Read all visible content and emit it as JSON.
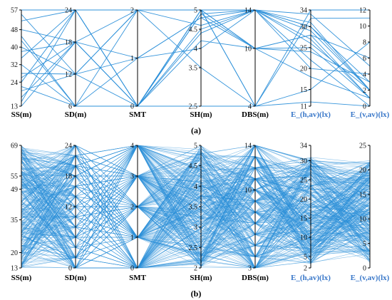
{
  "colors": {
    "line": "#2b8fd9",
    "axis_title_default": "#000000",
    "axis_title_highlight": "#3a78c9"
  },
  "chart_data": [
    {
      "type": "parallel_coordinates",
      "panel_label": "(a)",
      "axes": [
        {
          "name": "SS(m)",
          "range": [
            13,
            57
          ],
          "ticks": [
            13,
            24,
            32,
            40,
            48,
            57
          ],
          "highlight": false
        },
        {
          "name": "SD(m)",
          "range": [
            6,
            24
          ],
          "ticks": [
            6,
            12,
            18,
            24
          ],
          "highlight": false
        },
        {
          "name": "SMT",
          "range": [
            0,
            2
          ],
          "ticks": [
            0,
            1,
            2
          ],
          "highlight": false
        },
        {
          "name": "SH(m)",
          "range": [
            2.5,
            5.0
          ],
          "ticks": [
            2.5,
            3.5,
            4.0,
            4.5,
            5.0
          ],
          "highlight": false
        },
        {
          "name": "DBS(m)",
          "range": [
            4,
            14
          ],
          "ticks": [
            4,
            10,
            14
          ],
          "highlight": false
        },
        {
          "name": "E_(h,av)(lx)",
          "range": [
            11,
            34
          ],
          "ticks": [
            11,
            15,
            20,
            25,
            30,
            34
          ],
          "highlight": true
        },
        {
          "name": "E_(v,av)(lx)",
          "range": [
            0,
            12
          ],
          "ticks": [
            0,
            2,
            4,
            6,
            8,
            10,
            12
          ],
          "highlight": true
        }
      ],
      "lines": [
        [
          57,
          24,
          0,
          5.0,
          14,
          30,
          2
        ],
        [
          48,
          18,
          0,
          4.9,
          10,
          28,
          1
        ],
        [
          40,
          12,
          1,
          4.8,
          14,
          26,
          2
        ],
        [
          32,
          6,
          0,
          5.0,
          4,
          32,
          11
        ],
        [
          24,
          24,
          2,
          4.6,
          14,
          30,
          3
        ],
        [
          13,
          18,
          0,
          4.2,
          10,
          25,
          1
        ],
        [
          20,
          12,
          2,
          5.0,
          14,
          22,
          0
        ],
        [
          35,
          24,
          0,
          2.5,
          4,
          34,
          12
        ],
        [
          45,
          6,
          1,
          4.0,
          14,
          20,
          4
        ],
        [
          17,
          18,
          2,
          5.0,
          10,
          28,
          6
        ],
        [
          28,
          12,
          0,
          4.5,
          14,
          31,
          2
        ],
        [
          52,
          24,
          2,
          3.5,
          4,
          15,
          8
        ],
        [
          22,
          6,
          0,
          5.0,
          14,
          27,
          1
        ],
        [
          38,
          18,
          1,
          4.8,
          10,
          24,
          3
        ],
        [
          15,
          24,
          0,
          4.9,
          14,
          29,
          2
        ],
        [
          55,
          12,
          2,
          5.0,
          4,
          12,
          0
        ],
        [
          26,
          18,
          0,
          4.4,
          14,
          33,
          5
        ],
        [
          43,
          6,
          2,
          5.0,
          10,
          18,
          1
        ]
      ]
    },
    {
      "type": "parallel_coordinates",
      "panel_label": "(b)",
      "axes": [
        {
          "name": "SS(m)",
          "range": [
            13,
            69
          ],
          "ticks": [
            13,
            20,
            35,
            49,
            55,
            69
          ],
          "highlight": false
        },
        {
          "name": "SD(m)",
          "range": [
            0,
            24
          ],
          "ticks": [
            0,
            12,
            18,
            24
          ],
          "highlight": false
        },
        {
          "name": "SMT",
          "range": [
            0,
            4
          ],
          "ticks": [
            0,
            1,
            2,
            3,
            4
          ],
          "highlight": false
        },
        {
          "name": "SH(m)",
          "range": [
            2.0,
            5.0
          ],
          "ticks": [
            2.0,
            2.5,
            3.0,
            3.5,
            4.0,
            4.5,
            5.0
          ],
          "highlight": false
        },
        {
          "name": "DBS(m)",
          "range": [
            3,
            14
          ],
          "ticks": [
            3,
            10,
            14
          ],
          "highlight": false
        },
        {
          "name": "E_(h,av)(lx)",
          "range": [
            2,
            34
          ],
          "ticks": [
            2,
            5,
            10,
            15,
            20,
            25,
            30,
            34
          ],
          "highlight": true
        },
        {
          "name": "E_(v,av)(lx)",
          "range": [
            0,
            25
          ],
          "ticks": [
            0,
            5,
            10,
            15,
            20,
            25
          ],
          "highlight": true
        }
      ],
      "line_count": 320,
      "line_pattern": {
        "SS_range": [
          13,
          69
        ],
        "SD_levels": [
          0,
          2,
          4,
          6,
          8,
          10,
          12,
          14,
          16,
          18,
          20,
          22,
          24
        ],
        "SMT_levels": [
          0,
          1,
          2,
          3,
          4
        ],
        "SH_range": [
          2.0,
          5.0
        ],
        "DBS_levels": [
          3,
          4,
          5,
          6,
          7,
          8,
          9,
          10,
          11,
          12,
          13,
          14
        ],
        "Eh_range": [
          3,
          31
        ],
        "Ev_range": [
          1,
          22
        ]
      }
    }
  ]
}
